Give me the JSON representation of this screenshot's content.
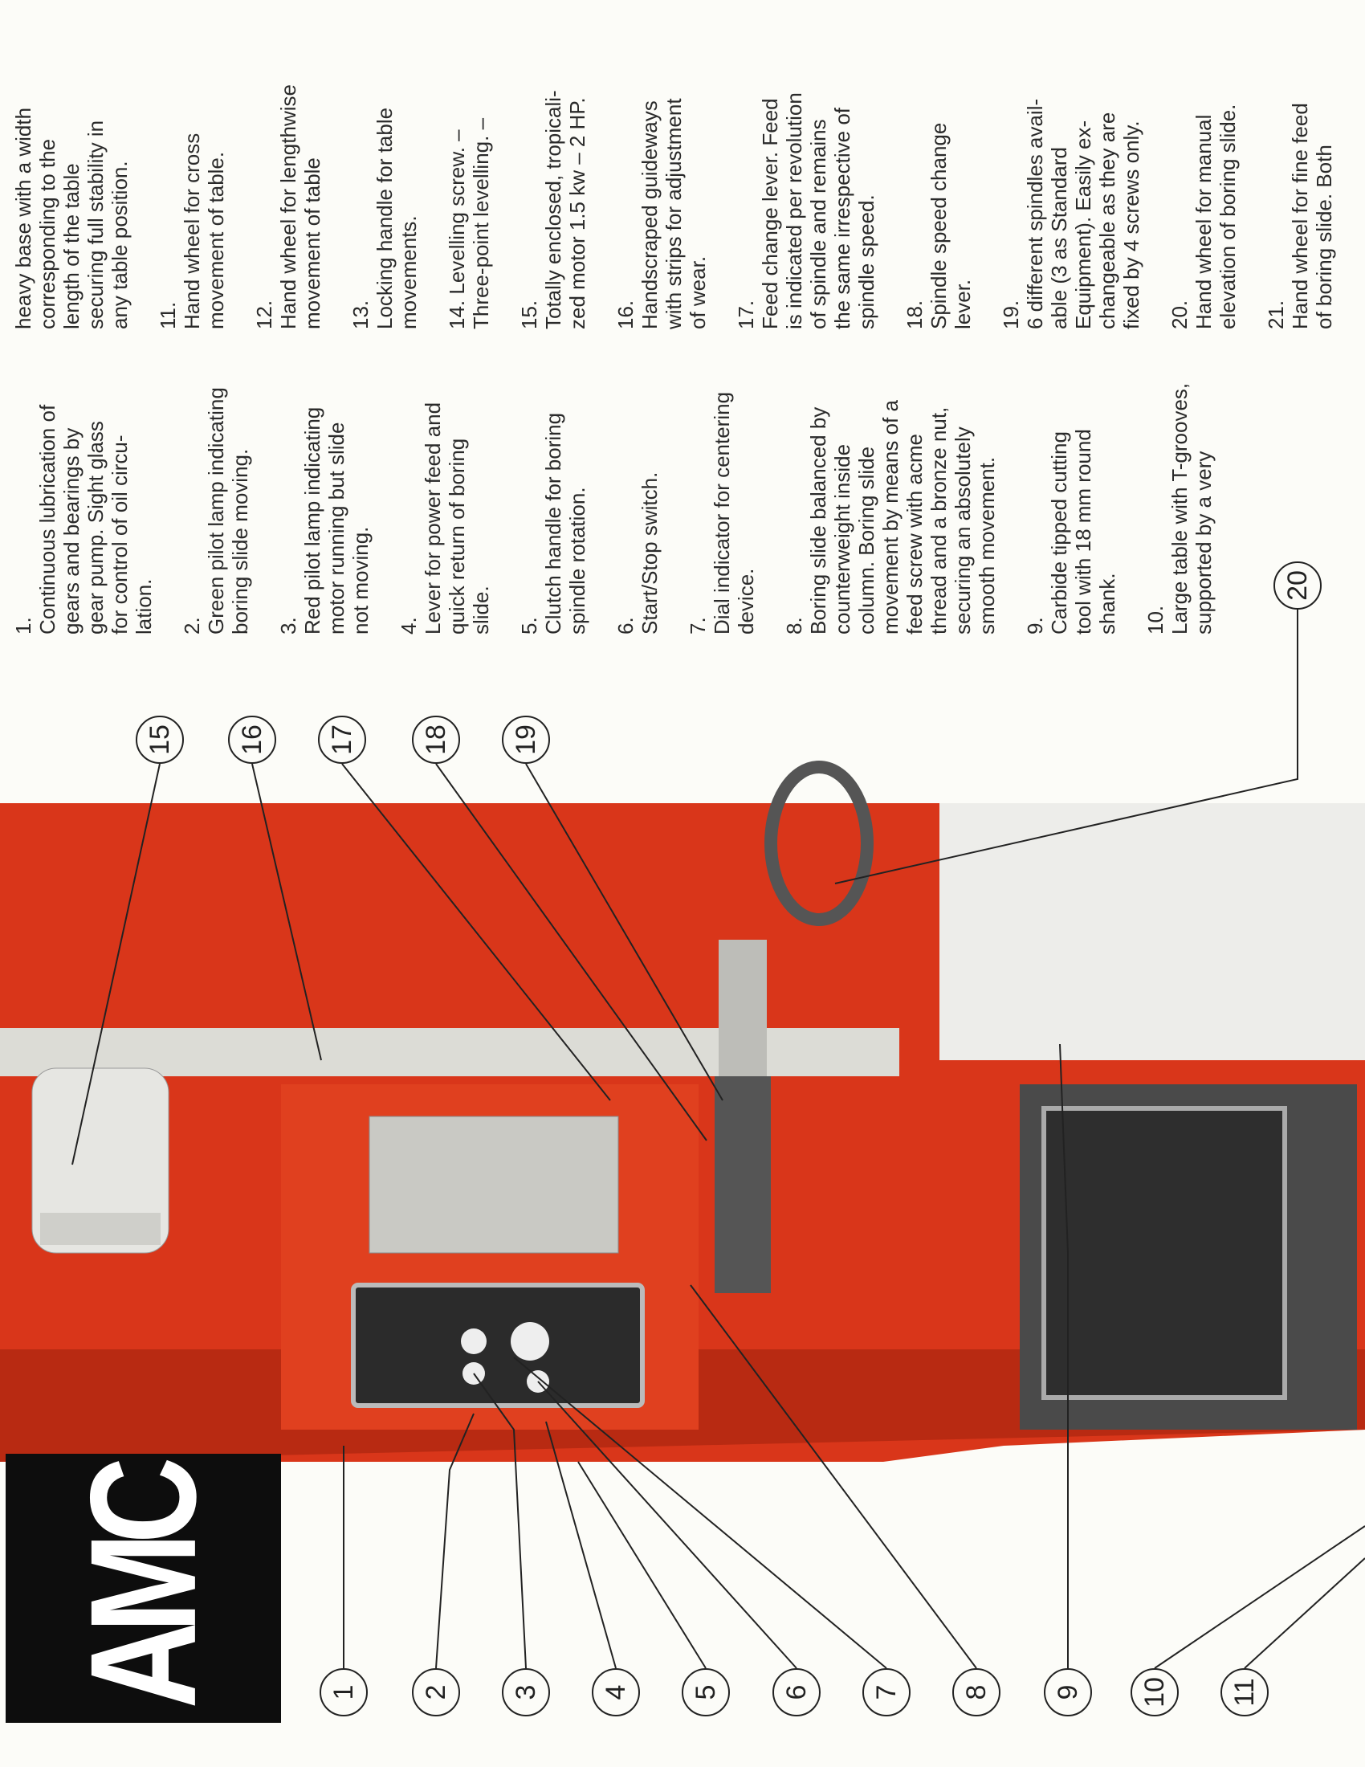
{
  "logo": {
    "text": "AMC"
  },
  "colors": {
    "machine_red": "#d9361a",
    "panel_dark": "#2b2b2b",
    "paper": "#fcfcf8"
  },
  "callouts": [
    "1",
    "2",
    "3",
    "4",
    "5",
    "6",
    "7",
    "8",
    "9",
    "10",
    "11",
    "15",
    "16",
    "17",
    "18",
    "19",
    "20"
  ],
  "legend_col1": [
    {
      "num": "1.",
      "text": "Continuous lubrication of\ngears and bearings by\ngear pump. Sight glass\nfor control of oil circu-\nlation."
    },
    {
      "num": "2.",
      "text": "Green pilot lamp indicating\nboring slide moving."
    },
    {
      "num": "3.",
      "text": "Red pilot lamp indicating\nmotor running but slide\nnot moving."
    },
    {
      "num": "4.",
      "text": "Lever for power feed and\nquick return of boring\nslide."
    },
    {
      "num": "5.",
      "text": "Clutch handle for boring\nspindle rotation."
    },
    {
      "num": "6.",
      "text": "Start/Stop switch."
    },
    {
      "num": "7.",
      "text": "Dial indicator for centering\ndevice."
    },
    {
      "num": "8.",
      "text": "Boring slide balanced by\ncounterweight inside\ncolumn. Boring slide\nmovement by means of a\nfeed screw with acme\nthread and a bronze nut,\nsecuring an absolutely\nsmooth movement."
    },
    {
      "num": "9.",
      "text": "Carbide tipped cutting\ntool with 18 mm round\nshank."
    },
    {
      "num": "10.",
      "text": "Large table with T-grooves,\nsupported by a very"
    }
  ],
  "legend_col2_continuation": "heavy base with a width\ncorresponding to the\nlength of the table\nsecuring full stability in\nany table position.",
  "legend_col2": [
    {
      "num": "11.",
      "text": "Hand wheel for cross\nmovement of table."
    },
    {
      "num": "12.",
      "text": "Hand wheel for lengthwise\nmovement of table"
    },
    {
      "num": "13.",
      "text": "Locking handle for table\nmovements."
    },
    {
      "num": "14.",
      "text": " Levelling screw. –\nThree-point levelling. –",
      "inline": true
    },
    {
      "num": "15.",
      "text": "Totally enclosed, tropicali-\nzed motor 1.5 kw – 2 HP."
    },
    {
      "num": "16.",
      "text": "Handscraped guideways\nwith strips for adjustment\nof wear."
    },
    {
      "num": "17.",
      "text": "Feed change lever. Feed\nis indicated per revolution\nof spindle and remains\nthe same irrespective of\nspindle speed."
    },
    {
      "num": "18.",
      "text": "Spindle speed change\nlever."
    },
    {
      "num": "19.",
      "text": "6 different spindles avail-\nable (3 as Standard\nEquipment). Easily ex-\nchangeable as they are\nfixed by 4 screws only."
    },
    {
      "num": "20.",
      "text": "Hand wheel for manual\nelevation of boring slide."
    },
    {
      "num": "21.",
      "text": "Hand wheel for fine feed\nof boring slide. Both"
    }
  ]
}
